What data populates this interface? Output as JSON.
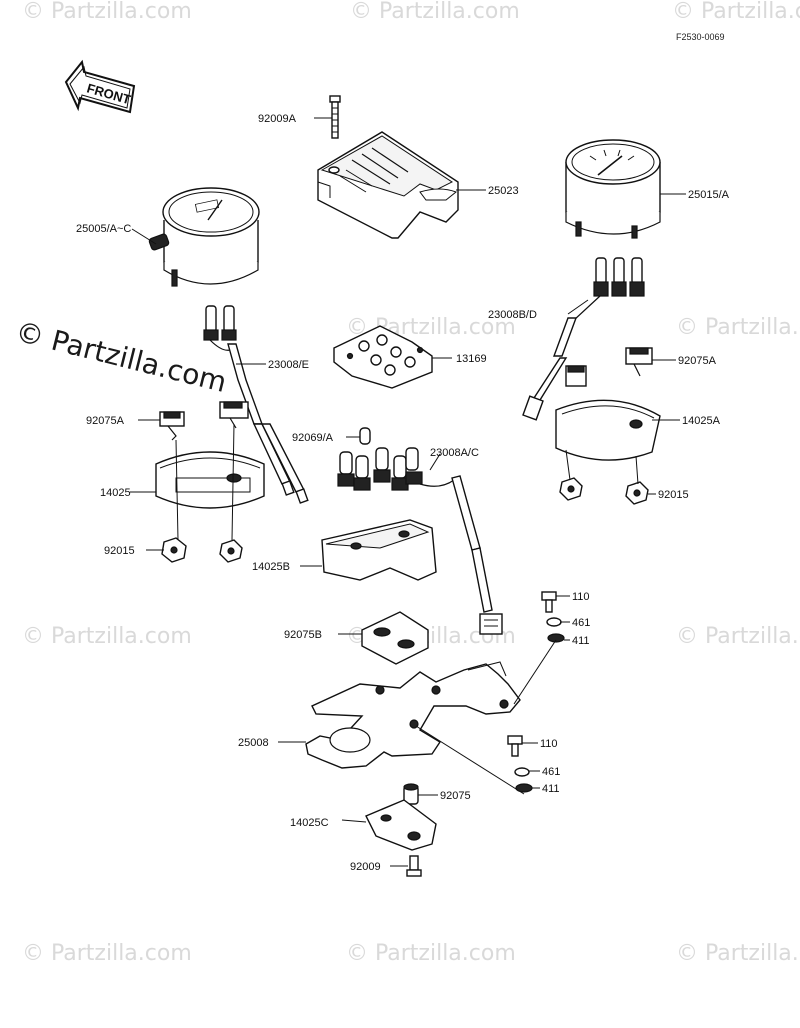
{
  "diagram_code": "F2530-0069",
  "front_label": "FRONT",
  "watermark": "© Partzilla.com",
  "parts": {
    "p92009A": "92009A",
    "p25023": "25023",
    "p25015A": "25015/A",
    "p25005AC": "25005/A~C",
    "p23008E": "23008/E",
    "p13169": "13169",
    "p23008BD": "23008B/D",
    "p92075A_left": "92075A",
    "p92075A_right": "92075A",
    "p14025A": "14025A",
    "p92069A": "92069/A",
    "p23008AC": "23008A/C",
    "p14025": "14025",
    "p92015_left": "92015",
    "p92015_right": "92015",
    "p14025B": "14025B",
    "p110_upper": "110",
    "p461_upper": "461",
    "p411_upper": "411",
    "p92075B": "92075B",
    "p25008": "25008",
    "p110_lower": "110",
    "p461_lower": "461",
    "p411_lower": "411",
    "p92075": "92075",
    "p14025C": "14025C",
    "p92009": "92009"
  }
}
